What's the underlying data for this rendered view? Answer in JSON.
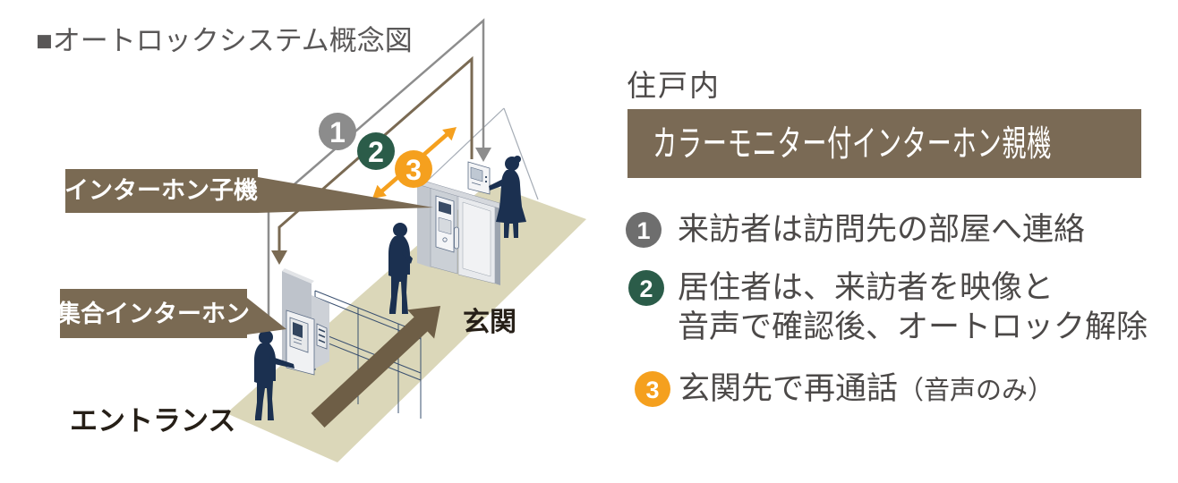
{
  "title": "■オートロックシステム概念図",
  "colors": {
    "brown": "#7A6A53",
    "brown_arrow": "#6E5E46",
    "floor": "#DBD7B9",
    "navy_people": "#1B3050",
    "gray_line": "#8D8D8D",
    "orange": "#F5A01E",
    "marker1": "#8C8C8C",
    "marker2": "#2B5C49",
    "marker3": "#F5A01E",
    "step1": "#6E6E6E",
    "step2": "#2B5C49",
    "step3": "#F5A01E",
    "list_text": "#4C4948",
    "title_text": "#595757",
    "diagram_label_text": "#261F17"
  },
  "diagram": {
    "labels": {
      "handset": "インターホン子機",
      "entrance_intercom": "集合インターホン",
      "entrance": "エントランス",
      "front_door": "玄関"
    },
    "markers": [
      {
        "num": "1"
      },
      {
        "num": "2"
      },
      {
        "num": "3"
      }
    ]
  },
  "panel": {
    "location_label": "住戸内",
    "device_label": "カラーモニター付インターホン親機",
    "steps": [
      {
        "num": "1",
        "color": "#6E6E6E",
        "lines": [
          "来訪者は訪問先の部屋へ連絡"
        ],
        "suffix": ""
      },
      {
        "num": "2",
        "color": "#2B5C49",
        "lines": [
          "居住者は、来訪者を映像と",
          "音声で確認後、オートロック解除"
        ],
        "suffix": ""
      },
      {
        "num": "3",
        "color": "#F5A01E",
        "lines": [
          "玄関先で再通話"
        ],
        "suffix": "（音声のみ）"
      }
    ]
  }
}
